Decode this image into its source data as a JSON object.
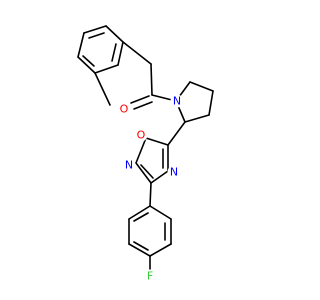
{
  "molecule": {
    "atoms": {
      "carbonyl_oxygen": {
        "symbol": "O",
        "color": "#ff0000"
      },
      "pyrrolidine_nitrogen": {
        "symbol": "N",
        "color": "#0000ff"
      },
      "ring_oxygen": {
        "symbol": "O",
        "color": "#ff0000"
      },
      "ring_nitrogen_2": {
        "symbol": "N",
        "color": "#0000ff"
      },
      "ring_nitrogen_4": {
        "symbol": "N",
        "color": "#0000ff"
      },
      "fluorine": {
        "symbol": "F",
        "color": "#33cc33"
      }
    }
  }
}
